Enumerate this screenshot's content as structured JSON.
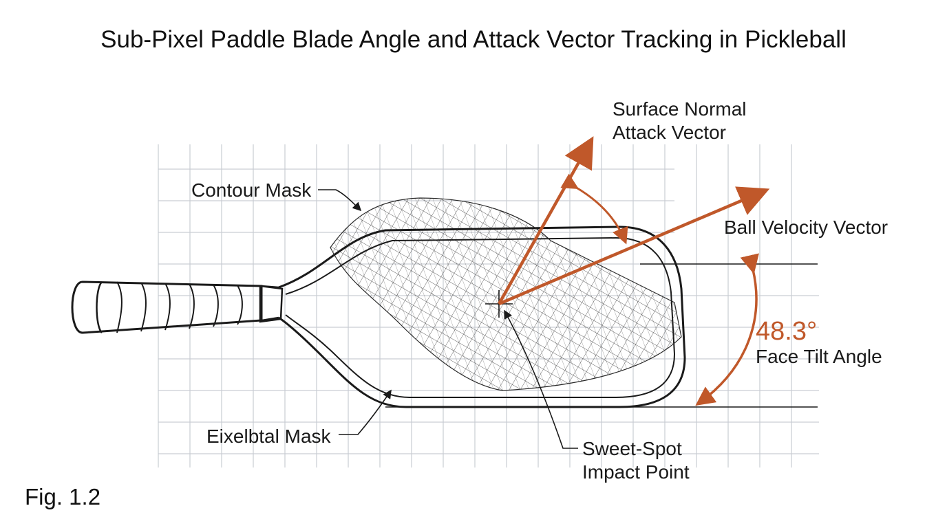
{
  "title": "Sub-Pixel Paddle Blade Angle and Attack Vector Tracking in Pickleball",
  "caption": "Fig. 1.2",
  "labels": {
    "surface_normal_line1": "Surface Normal",
    "surface_normal_line2": "Attack Vector",
    "contour_mask": "Contour Mask",
    "ball_velocity": "Ball Velocity Vector",
    "angle_value": "48.3°",
    "angle_label": "Face Tilt Angle",
    "eixel_mask": "Eixelbtal Mask",
    "sweet_spot_line1": "Sweet-Spot",
    "sweet_spot_line2": "Impact Point"
  },
  "colors": {
    "accent": "#c0582a",
    "ink": "#1a1a1a",
    "grid": "#c9cdd3"
  }
}
